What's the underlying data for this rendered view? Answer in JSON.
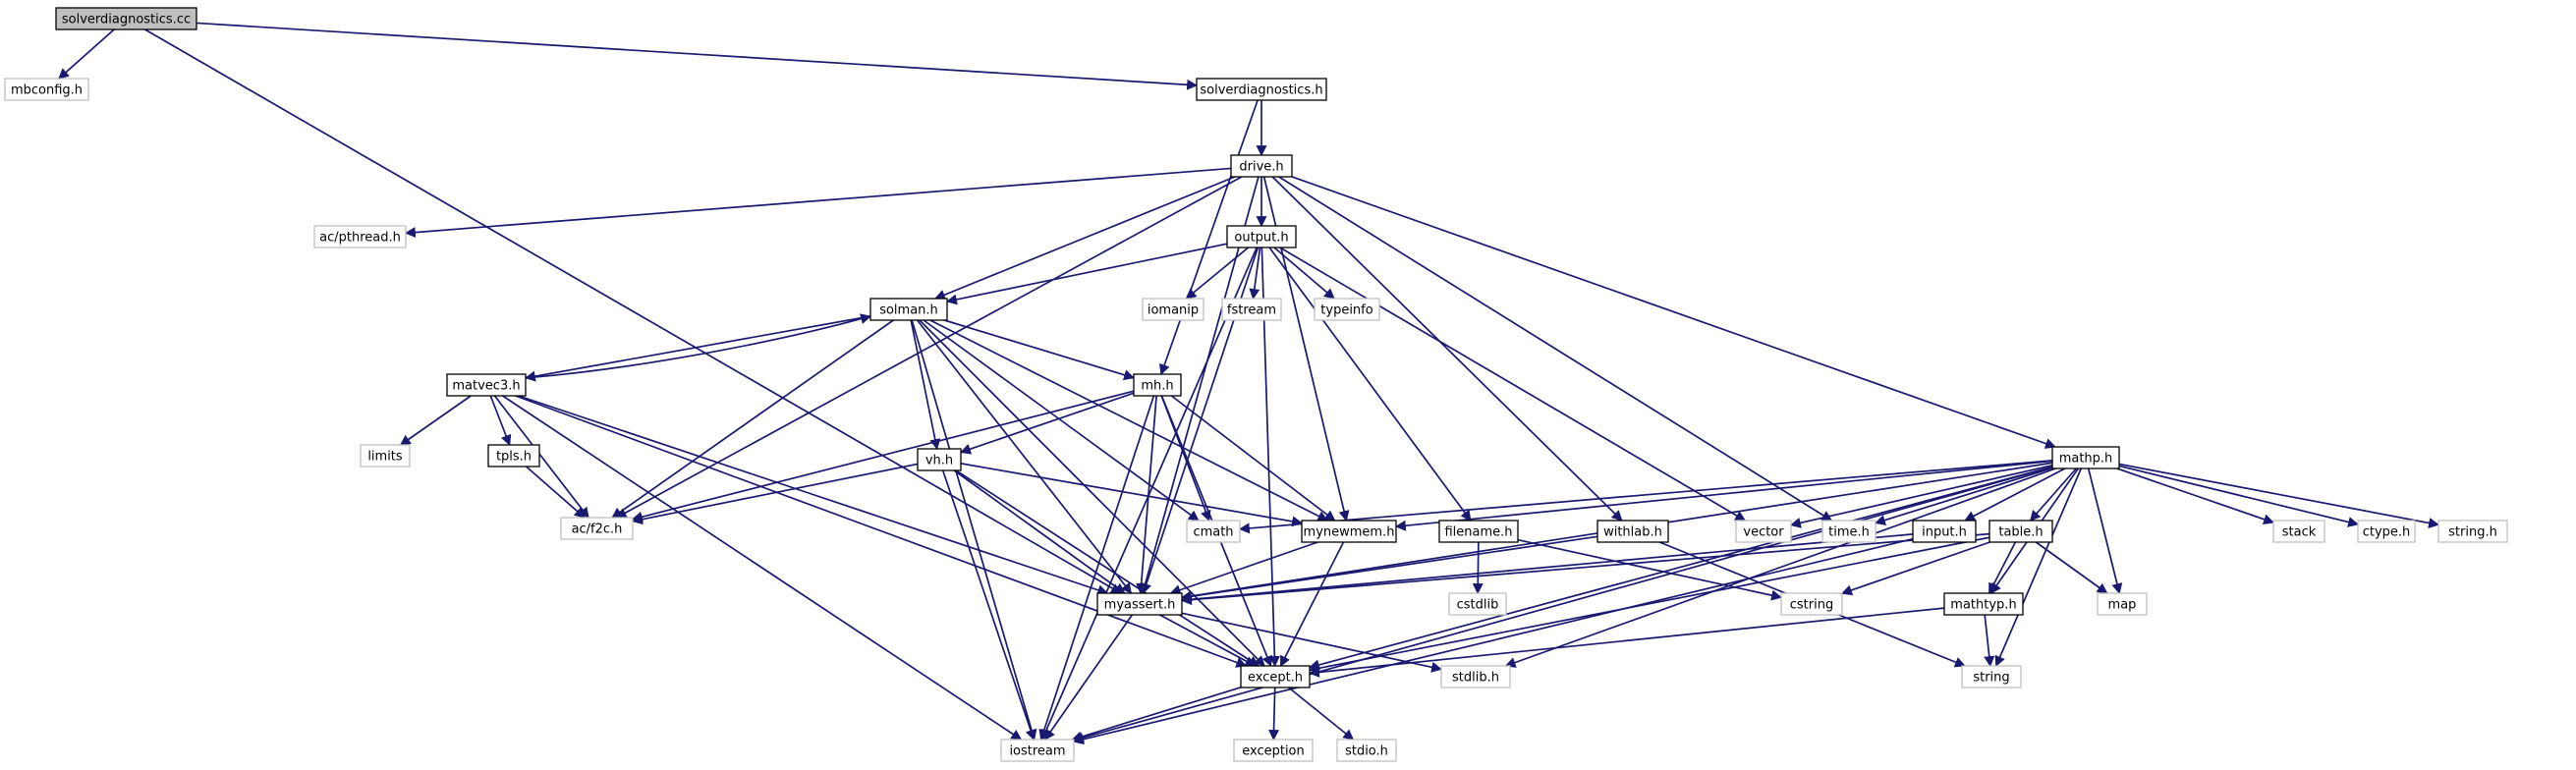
{
  "root": "solverdiagnostics.cc",
  "colors": {
    "edge": "#191970",
    "box_border": "#000000",
    "external_border": "#bfbfbf",
    "root_fill": "#bfbfbf"
  },
  "nodes": [
    {
      "id": "solverdiagnostics_cc",
      "label": "solverdiagnostics.cc",
      "kind": "root"
    },
    {
      "id": "mbconfig_h",
      "label": "mbconfig.h",
      "kind": "external"
    },
    {
      "id": "solverdiagnostics_h",
      "label": "solverdiagnostics.h",
      "kind": "header"
    },
    {
      "id": "drive_h",
      "label": "drive.h",
      "kind": "header"
    },
    {
      "id": "ac_pthread_h",
      "label": "ac/pthread.h",
      "kind": "external"
    },
    {
      "id": "output_h",
      "label": "output.h",
      "kind": "header"
    },
    {
      "id": "iomanip",
      "label": "iomanip",
      "kind": "external"
    },
    {
      "id": "fstream",
      "label": "fstream",
      "kind": "external"
    },
    {
      "id": "typeinfo",
      "label": "typeinfo",
      "kind": "external"
    },
    {
      "id": "solman_h",
      "label": "solman.h",
      "kind": "header"
    },
    {
      "id": "matvec3_h",
      "label": "matvec3.h",
      "kind": "header"
    },
    {
      "id": "limits",
      "label": "limits",
      "kind": "external"
    },
    {
      "id": "tpls_h",
      "label": "tpls.h",
      "kind": "header"
    },
    {
      "id": "ac_f2c_h",
      "label": "ac/f2c.h",
      "kind": "external"
    },
    {
      "id": "mh_h",
      "label": "mh.h",
      "kind": "header"
    },
    {
      "id": "vh_h",
      "label": "vh.h",
      "kind": "header"
    },
    {
      "id": "cmath",
      "label": "cmath",
      "kind": "external"
    },
    {
      "id": "mynewmem_h",
      "label": "mynewmem.h",
      "kind": "header"
    },
    {
      "id": "filename_h",
      "label": "filename.h",
      "kind": "header"
    },
    {
      "id": "cstdlib",
      "label": "cstdlib",
      "kind": "external"
    },
    {
      "id": "withlab_h",
      "label": "withlab.h",
      "kind": "header"
    },
    {
      "id": "vector",
      "label": "vector",
      "kind": "external"
    },
    {
      "id": "time_h",
      "label": "time.h",
      "kind": "external"
    },
    {
      "id": "mathp_h",
      "label": "mathp.h",
      "kind": "header"
    },
    {
      "id": "input_h",
      "label": "input.h",
      "kind": "header"
    },
    {
      "id": "table_h",
      "label": "table.h",
      "kind": "header"
    },
    {
      "id": "stack",
      "label": "stack",
      "kind": "external"
    },
    {
      "id": "ctype_h",
      "label": "ctype.h",
      "kind": "external"
    },
    {
      "id": "string_h",
      "label": "string.h",
      "kind": "external"
    },
    {
      "id": "myassert_h",
      "label": "myassert.h",
      "kind": "header"
    },
    {
      "id": "cstring",
      "label": "cstring",
      "kind": "external"
    },
    {
      "id": "mathtyp_h",
      "label": "mathtyp.h",
      "kind": "header"
    },
    {
      "id": "map",
      "label": "map",
      "kind": "external"
    },
    {
      "id": "except_h",
      "label": "except.h",
      "kind": "header"
    },
    {
      "id": "stdlib_h",
      "label": "stdlib.h",
      "kind": "external"
    },
    {
      "id": "string",
      "label": "string",
      "kind": "external"
    },
    {
      "id": "iostream",
      "label": "iostream",
      "kind": "external"
    },
    {
      "id": "exception",
      "label": "exception",
      "kind": "external"
    },
    {
      "id": "stdio_h",
      "label": "stdio.h",
      "kind": "external"
    }
  ],
  "edges": [
    [
      "solverdiagnostics_cc",
      "mbconfig_h"
    ],
    [
      "solverdiagnostics_cc",
      "solverdiagnostics_h"
    ],
    [
      "solverdiagnostics_cc",
      "myassert_h"
    ],
    [
      "solverdiagnostics_h",
      "drive_h"
    ],
    [
      "solverdiagnostics_h",
      "mh_h"
    ],
    [
      "drive_h",
      "ac_pthread_h"
    ],
    [
      "drive_h",
      "output_h"
    ],
    [
      "drive_h",
      "solman_h"
    ],
    [
      "drive_h",
      "ac_f2c_h"
    ],
    [
      "drive_h",
      "myassert_h"
    ],
    [
      "drive_h",
      "mynewmem_h"
    ],
    [
      "drive_h",
      "withlab_h"
    ],
    [
      "drive_h",
      "time_h"
    ],
    [
      "drive_h",
      "mathp_h"
    ],
    [
      "output_h",
      "iomanip"
    ],
    [
      "output_h",
      "fstream"
    ],
    [
      "output_h",
      "typeinfo"
    ],
    [
      "output_h",
      "solman_h"
    ],
    [
      "output_h",
      "iostream"
    ],
    [
      "output_h",
      "myassert_h"
    ],
    [
      "output_h",
      "filename_h"
    ],
    [
      "output_h",
      "except_h"
    ],
    [
      "output_h",
      "vector"
    ],
    [
      "solman_h",
      "matvec3_h"
    ],
    [
      "solman_h",
      "ac_f2c_h"
    ],
    [
      "solman_h",
      "mh_h"
    ],
    [
      "solman_h",
      "vh_h"
    ],
    [
      "solman_h",
      "cmath"
    ],
    [
      "solman_h",
      "mynewmem_h"
    ],
    [
      "solman_h",
      "myassert_h"
    ],
    [
      "solman_h",
      "except_h"
    ],
    [
      "solman_h",
      "iostream"
    ],
    [
      "matvec3_h",
      "solman_h"
    ],
    [
      "matvec3_h",
      "limits"
    ],
    [
      "matvec3_h",
      "tpls_h"
    ],
    [
      "matvec3_h",
      "ac_f2c_h"
    ],
    [
      "matvec3_h",
      "myassert_h"
    ],
    [
      "matvec3_h",
      "except_h"
    ],
    [
      "matvec3_h",
      "iostream"
    ],
    [
      "tpls_h",
      "ac_f2c_h"
    ],
    [
      "mh_h",
      "vh_h"
    ],
    [
      "mh_h",
      "ac_f2c_h"
    ],
    [
      "mh_h",
      "cmath"
    ],
    [
      "mh_h",
      "mynewmem_h"
    ],
    [
      "mh_h",
      "myassert_h"
    ],
    [
      "mh_h",
      "except_h"
    ],
    [
      "mh_h",
      "iostream"
    ],
    [
      "vh_h",
      "ac_f2c_h"
    ],
    [
      "vh_h",
      "mynewmem_h"
    ],
    [
      "vh_h",
      "myassert_h"
    ],
    [
      "vh_h",
      "except_h"
    ],
    [
      "vh_h",
      "iostream"
    ],
    [
      "mynewmem_h",
      "myassert_h"
    ],
    [
      "mynewmem_h",
      "except_h"
    ],
    [
      "filename_h",
      "cstdlib"
    ],
    [
      "filename_h",
      "cstring"
    ],
    [
      "withlab_h",
      "myassert_h"
    ],
    [
      "withlab_h",
      "string"
    ],
    [
      "mathp_h",
      "cmath"
    ],
    [
      "mathp_h",
      "mynewmem_h"
    ],
    [
      "mathp_h",
      "myassert_h"
    ],
    [
      "mathp_h",
      "vector"
    ],
    [
      "mathp_h",
      "time_h"
    ],
    [
      "mathp_h",
      "input_h"
    ],
    [
      "mathp_h",
      "table_h"
    ],
    [
      "mathp_h",
      "mathtyp_h"
    ],
    [
      "mathp_h",
      "stack"
    ],
    [
      "mathp_h",
      "ctype_h"
    ],
    [
      "mathp_h",
      "string_h"
    ],
    [
      "mathp_h",
      "map"
    ],
    [
      "mathp_h",
      "except_h"
    ],
    [
      "mathp_h",
      "stdlib_h"
    ],
    [
      "mathp_h",
      "string"
    ],
    [
      "mathp_h",
      "iostream"
    ],
    [
      "input_h",
      "myassert_h"
    ],
    [
      "input_h",
      "iostream"
    ],
    [
      "table_h",
      "map"
    ],
    [
      "table_h",
      "cstring"
    ],
    [
      "table_h",
      "mathtyp_h"
    ],
    [
      "table_h",
      "except_h"
    ],
    [
      "table_h",
      "myassert_h"
    ],
    [
      "mathtyp_h",
      "except_h"
    ],
    [
      "mathtyp_h",
      "string"
    ],
    [
      "myassert_h",
      "except_h"
    ],
    [
      "myassert_h",
      "stdlib_h"
    ],
    [
      "myassert_h",
      "iostream"
    ],
    [
      "except_h",
      "iostream"
    ],
    [
      "except_h",
      "exception"
    ],
    [
      "except_h",
      "stdio_h"
    ]
  ]
}
